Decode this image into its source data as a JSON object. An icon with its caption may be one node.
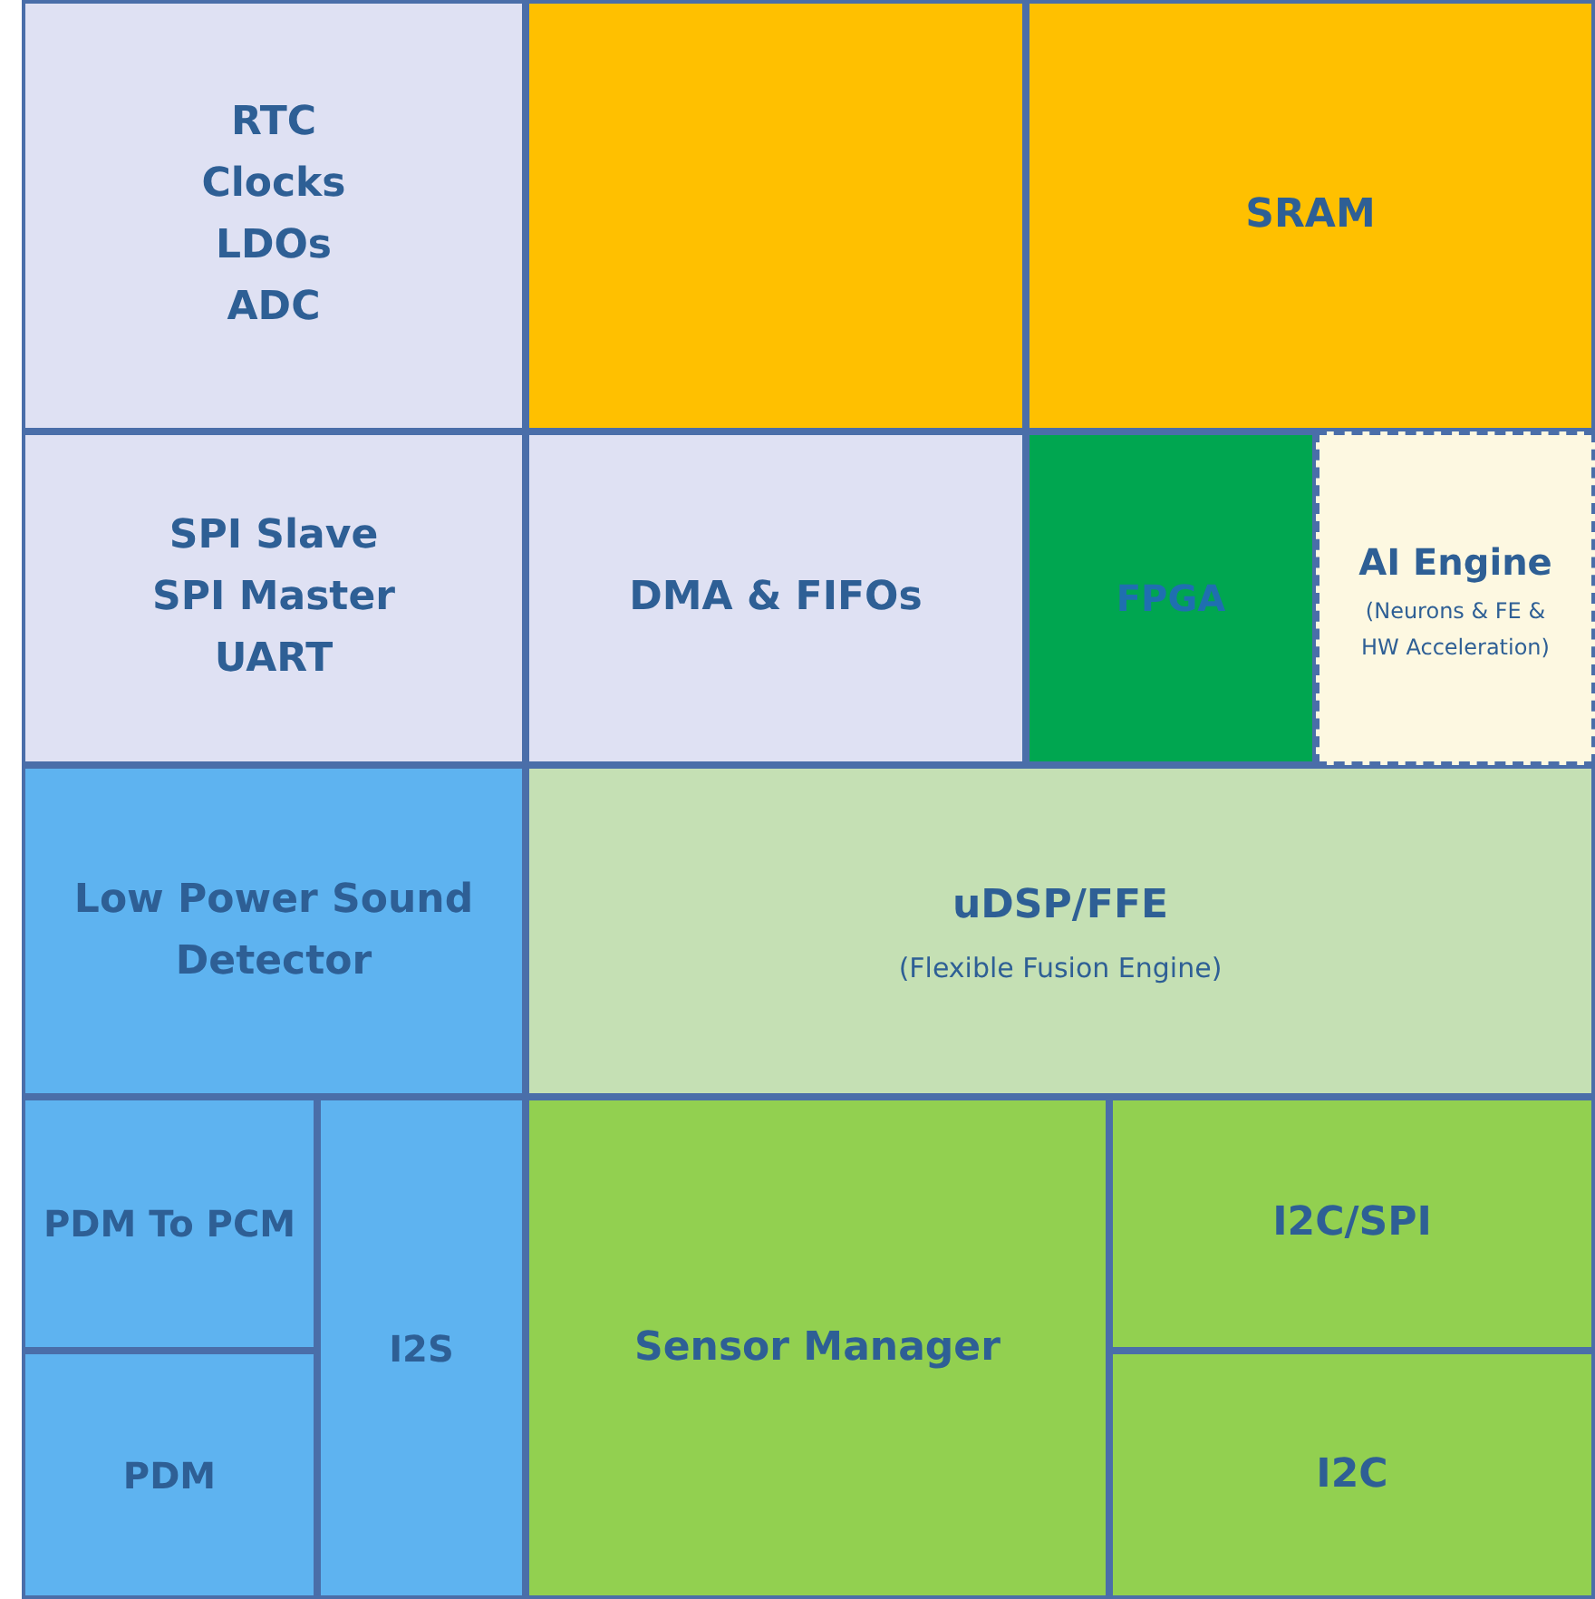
{
  "diagram": {
    "nodes": [
      {
        "text": [
          "RTC",
          "Clocks",
          "LDOs",
          "ADC"
        ]
      },
      {
        "text": [],
        "shape": "box"
      },
      {
        "text": [
          "SRAM"
        ]
      },
      {
        "text": [
          "SPI Slave",
          "SPI Master",
          "UART"
        ]
      },
      {
        "text": [
          "DMA & FIFOs"
        ]
      },
      {
        "text": [
          "FPGA"
        ]
      },
      {
        "text": [
          "AI Engine",
          "(Neurons & FE & HW Acceleration)"
        ]
      },
      {
        "text": [
          "Low Power Sound Detector"
        ]
      },
      {
        "text": [
          "uDSP/FFE",
          "(Flexible Fusion Engine)"
        ]
      },
      {
        "text": [
          "PDM To PCM"
        ]
      },
      {
        "text": [
          "PDM"
        ]
      },
      {
        "text": [
          "I2S"
        ]
      },
      {
        "text": [
          "Sensor Manager"
        ]
      },
      {
        "text": [
          "I2C/SPI"
        ]
      },
      {
        "text": [
          "I2C"
        ]
      }
    ],
    "edges": []
  }
}
